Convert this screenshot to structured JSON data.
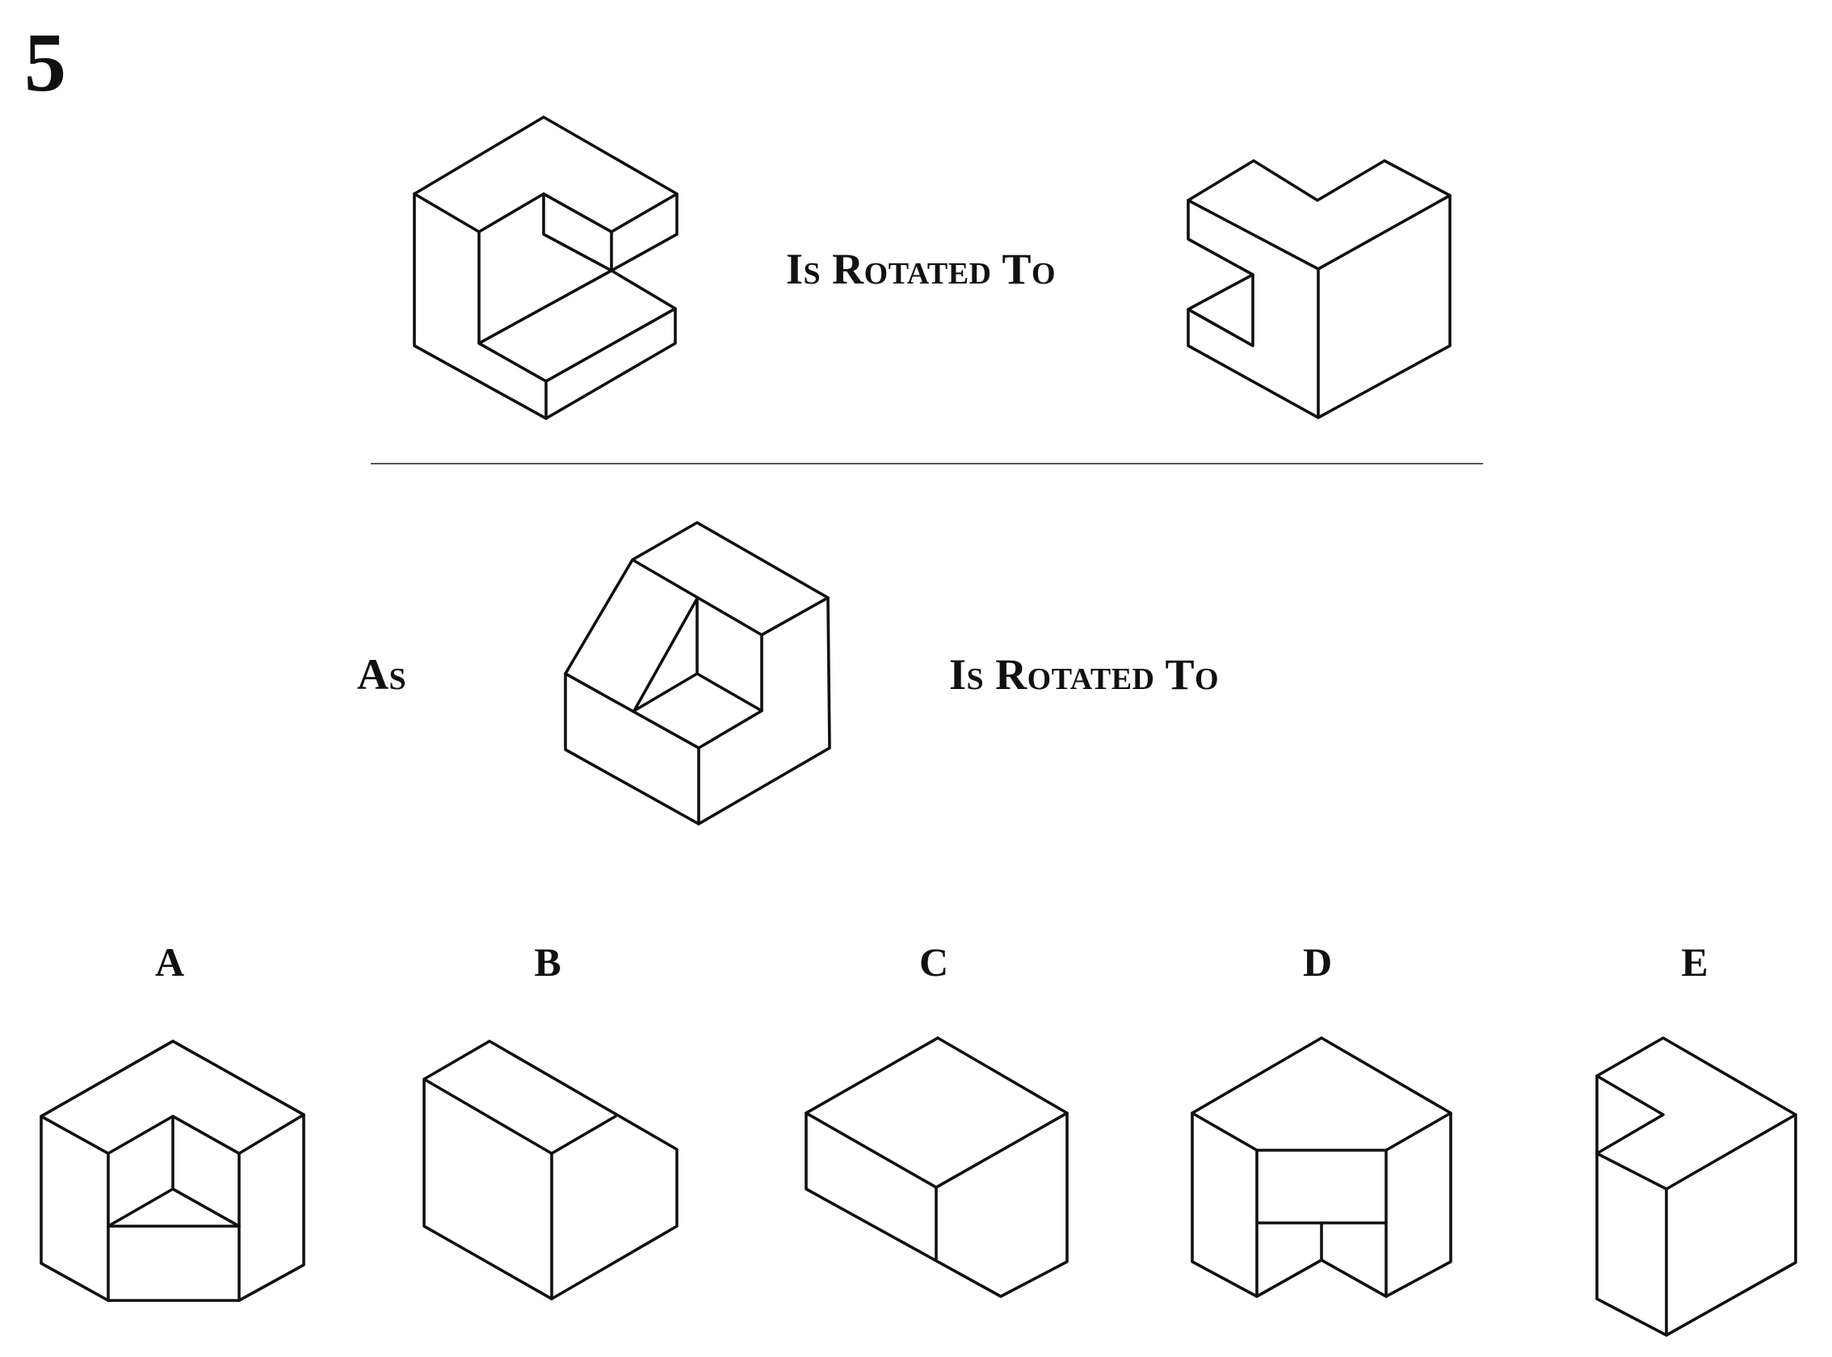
{
  "problem_number": "5",
  "example": {
    "phrase": "Is Rotated To"
  },
  "question": {
    "prefix": "As",
    "phrase": "Is Rotated To"
  },
  "options": [
    {
      "label": "A"
    },
    {
      "label": "B"
    },
    {
      "label": "C"
    },
    {
      "label": "D"
    },
    {
      "label": "E"
    }
  ],
  "colors": {
    "line": "#111111",
    "background": "#ffffff"
  }
}
